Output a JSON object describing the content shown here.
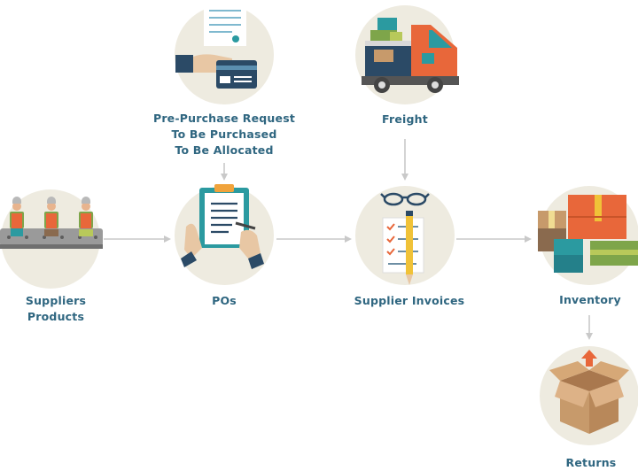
{
  "colors": {
    "circle": "#eeebe0",
    "arrow": "#c9c9c9",
    "label": "#2f6680",
    "orange": "#e8673a",
    "teal": "#2b9aa0",
    "navy": "#2b4a66",
    "green": "#7ea54a"
  },
  "nodes": {
    "suppliers_products": {
      "icon": "assembly-line-workers-icon",
      "lines": [
        "Suppliers",
        "Products"
      ]
    },
    "pre_purchase_request": {
      "icon": "card-payment-icon",
      "lines": [
        "Pre-Purchase Request",
        "To Be Purchased",
        "To Be Allocated"
      ]
    },
    "pos": {
      "icon": "clipboard-signing-icon",
      "lines": [
        "POs"
      ]
    },
    "freight": {
      "icon": "delivery-truck-icon",
      "lines": [
        "Freight"
      ]
    },
    "supplier_invoices": {
      "icon": "invoice-with-glasses-icon",
      "lines": [
        "Supplier Invoices"
      ]
    },
    "inventory": {
      "icon": "stacked-boxes-icon",
      "lines": [
        "Inventory"
      ]
    },
    "returns": {
      "icon": "open-box-return-icon",
      "lines": [
        "Returns"
      ]
    }
  },
  "edges": [
    [
      "suppliers_products",
      "pos"
    ],
    [
      "pre_purchase_request",
      "pos"
    ],
    [
      "pos",
      "supplier_invoices"
    ],
    [
      "freight",
      "supplier_invoices"
    ],
    [
      "supplier_invoices",
      "inventory"
    ],
    [
      "inventory",
      "returns"
    ]
  ]
}
